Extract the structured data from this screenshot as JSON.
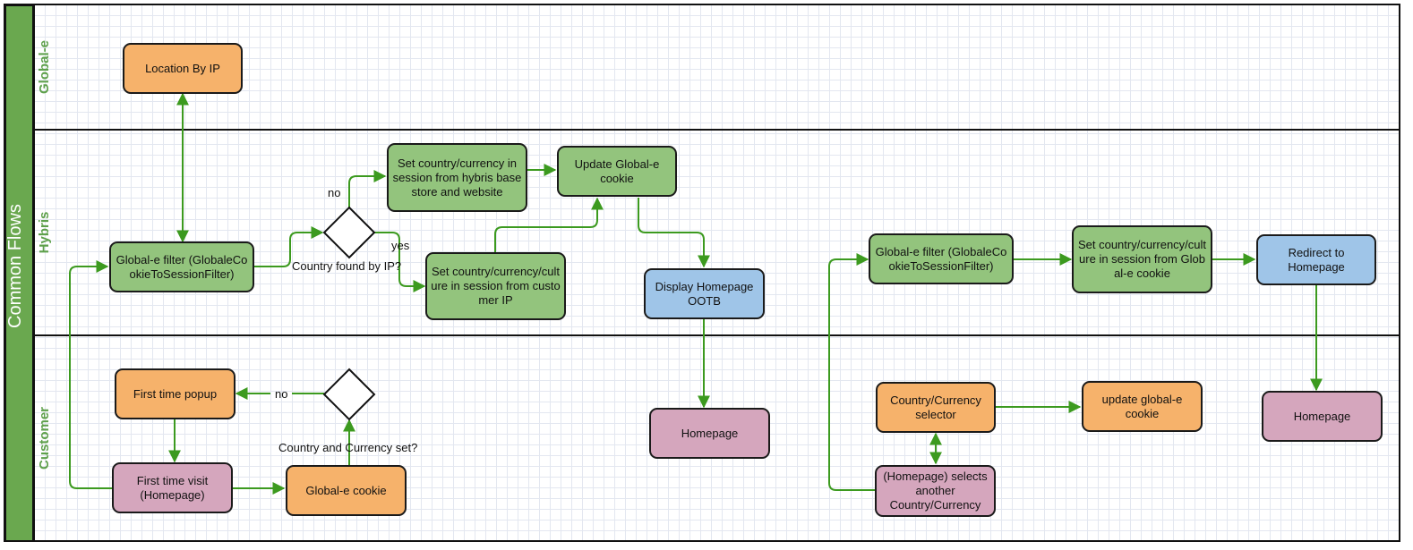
{
  "pool": {
    "title": "Common Flows",
    "accent": "#6aa84f",
    "lane_label_color": "#5ea04b"
  },
  "lanes": {
    "global_e": "Global-e",
    "hybris": "Hybris",
    "customer": "Customer"
  },
  "nodes": {
    "location_by_ip": "Location By IP",
    "globale_filter_1": "Global-e filter (GlobaleCookieToSessionFilter)",
    "country_found_decision": "Country found by IP?",
    "set_from_hybris": "Set country/currency in session from hybris base store and website",
    "set_from_ip": "Set country/currency/culture in session from customer IP",
    "update_globale_cookie": "Update Global-e cookie",
    "display_homepage_ootb": "Display Homepage OOTB",
    "globale_filter_2": "Global-e filter (GlobaleCookieToSessionFilter)",
    "set_from_globale_cookie": "Set country/currency/culture in session from Global-e cookie",
    "redirect_to_homepage": "Redirect to Homepage",
    "first_time_popup": "First time popup",
    "country_currency_decision": "Country and Currency set?",
    "first_time_visit": "First time visit (Homepage)",
    "globale_cookie": "Global-e cookie",
    "homepage_1": "Homepage",
    "country_currency_selector": "Country/Currency selector",
    "update_globale_cookie_lower": "update global-e cookie",
    "homepage_selects_another": "(Homepage) selects another Country/Currency",
    "homepage_2": "Homepage"
  },
  "edge_labels": {
    "no_upper": "no",
    "yes": "yes",
    "no_lower": "no"
  },
  "colors": {
    "green": "#93c47d",
    "orange": "#f6b26b",
    "pink": "#d5a6bd",
    "blue": "#9fc5e8",
    "edge": "#3c9a1f",
    "border": "#1a1a1a"
  }
}
